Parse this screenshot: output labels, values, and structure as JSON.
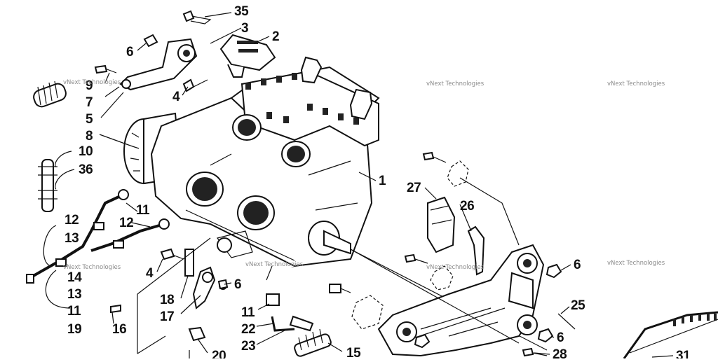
{
  "diagram": {
    "watermark_text": "vNext Technologies",
    "callouts": [
      {
        "id": "c35",
        "label": "35"
      },
      {
        "id": "c3",
        "label": "3"
      },
      {
        "id": "c2",
        "label": "2"
      },
      {
        "id": "c6a",
        "label": "6"
      },
      {
        "id": "c9",
        "label": "9"
      },
      {
        "id": "c7",
        "label": "7"
      },
      {
        "id": "c4a",
        "label": "4"
      },
      {
        "id": "c5",
        "label": "5"
      },
      {
        "id": "c8",
        "label": "8"
      },
      {
        "id": "c10",
        "label": "10"
      },
      {
        "id": "c36",
        "label": "36"
      },
      {
        "id": "c1",
        "label": "1"
      },
      {
        "id": "c27",
        "label": "27"
      },
      {
        "id": "c26",
        "label": "26"
      },
      {
        "id": "c11a",
        "label": "11"
      },
      {
        "id": "c12a",
        "label": "12"
      },
      {
        "id": "c12b",
        "label": "12"
      },
      {
        "id": "c13a",
        "label": "13"
      },
      {
        "id": "c14",
        "label": "14"
      },
      {
        "id": "c13b",
        "label": "13"
      },
      {
        "id": "c11b",
        "label": "11"
      },
      {
        "id": "c19",
        "label": "19"
      },
      {
        "id": "c4b",
        "label": "4"
      },
      {
        "id": "c18",
        "label": "18"
      },
      {
        "id": "c6b",
        "label": "6"
      },
      {
        "id": "c17",
        "label": "17"
      },
      {
        "id": "c16",
        "label": "16"
      },
      {
        "id": "c11c",
        "label": "11"
      },
      {
        "id": "c22",
        "label": "22"
      },
      {
        "id": "c23",
        "label": "23"
      },
      {
        "id": "c20",
        "label": "20"
      },
      {
        "id": "c15",
        "label": "15"
      },
      {
        "id": "c6c",
        "label": "6"
      },
      {
        "id": "c25",
        "label": "25"
      },
      {
        "id": "c6d",
        "label": "6"
      },
      {
        "id": "c28",
        "label": "28"
      },
      {
        "id": "c31",
        "label": "31"
      }
    ]
  }
}
